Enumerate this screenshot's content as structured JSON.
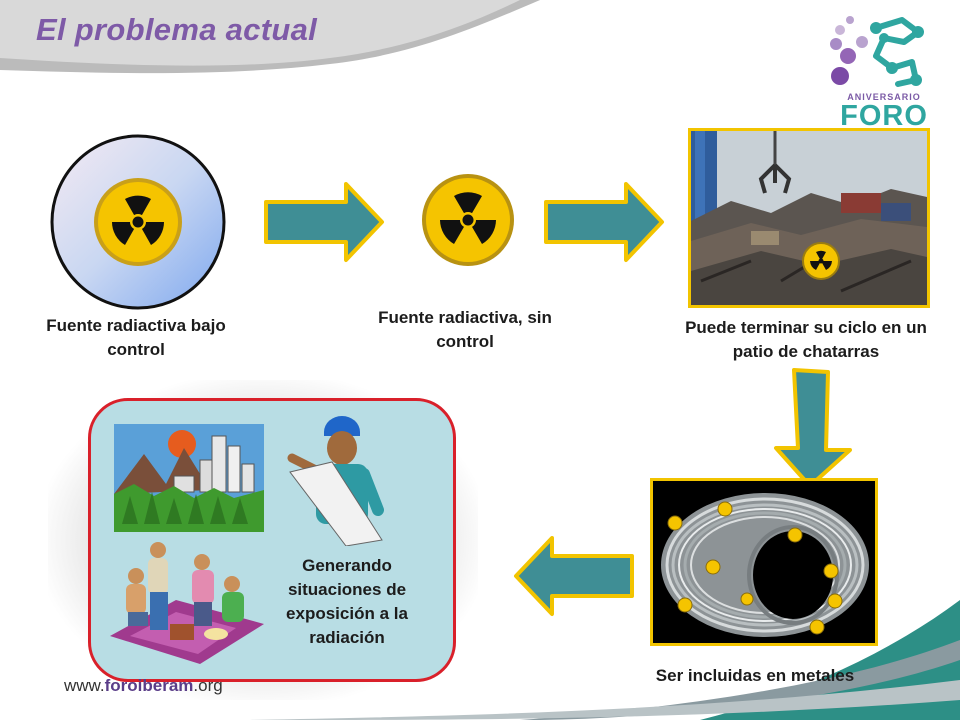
{
  "slide": {
    "title": "El problema actual",
    "logo": {
      "top_line": "ANIVERSARIO",
      "word": "FORO"
    },
    "footer_url": {
      "prefix": "www.",
      "brand": "foroiberam",
      "suffix": ".org"
    }
  },
  "diagram": {
    "nodes": [
      {
        "id": "controlled",
        "label": "Fuente radiactiva bajo control",
        "icon": "radiation-icon"
      },
      {
        "id": "uncontrolled",
        "label": "Fuente radiactiva, sin control",
        "icon": "radiation-icon"
      },
      {
        "id": "scrapyard",
        "label": "Puede terminar su ciclo en un patio de chatarras",
        "icon": "scrapyard-photo"
      },
      {
        "id": "metals",
        "label": "Ser incluidas en metales",
        "icon": "wire-coil-photo"
      },
      {
        "id": "exposure",
        "label": "Generando situaciones de exposición a la radiación",
        "icon": "people-clipart"
      }
    ],
    "arrows": [
      {
        "from": "controlled",
        "to": "uncontrolled",
        "direction": "right"
      },
      {
        "from": "uncontrolled",
        "to": "scrapyard",
        "direction": "right"
      },
      {
        "from": "scrapyard",
        "to": "metals",
        "direction": "down"
      },
      {
        "from": "metals",
        "to": "exposure",
        "direction": "left"
      }
    ],
    "colors": {
      "arrow_fill": "#3f8e95",
      "arrow_border": "#f2c400",
      "panel_border": "#d9202a",
      "panel_fill": "#b8dde4",
      "title": "#7e5aa7"
    }
  }
}
